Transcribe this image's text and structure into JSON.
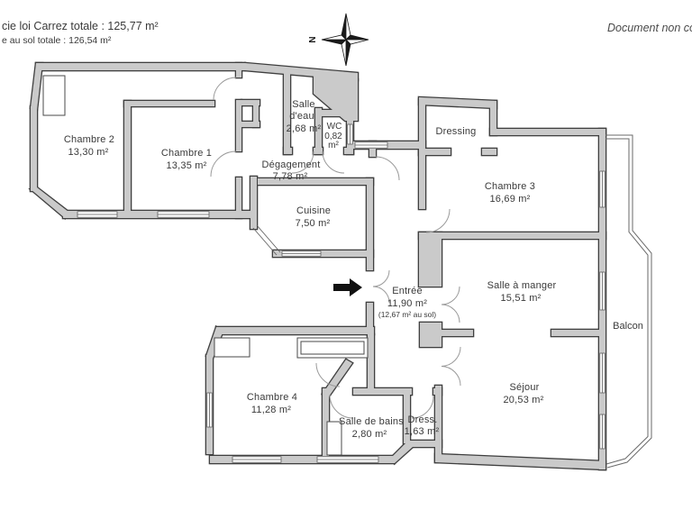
{
  "header": {
    "left_line1": "cie loi Carrez totale :  125,77 m²",
    "left_line2": "e au sol totale :  126,54 m²",
    "right_note": "Document non con",
    "compass_letter": "N"
  },
  "colors": {
    "wall_fill": "#cacaca",
    "wall_outline": "#3f3f3f",
    "text": "#3a3a3a",
    "arrow": "#111111"
  },
  "rooms": {
    "chambre2": {
      "name": "Chambre 2",
      "area": "13,30 m²"
    },
    "chambre1": {
      "name": "Chambre 1",
      "area": "13,35 m²"
    },
    "salle_deau": {
      "name_lines": [
        "Salle",
        "d'eau"
      ],
      "area": "2,68 m²"
    },
    "wc": {
      "name": "WC",
      "area_lines": [
        "0,82",
        "m²"
      ]
    },
    "degagement": {
      "name": "Dégagement",
      "area": "7,78 m²"
    },
    "dressing": {
      "name": "Dressing"
    },
    "chambre3": {
      "name": "Chambre 3",
      "area": "16,69 m²"
    },
    "cuisine": {
      "name": "Cuisine",
      "area": "7,50 m²"
    },
    "entree": {
      "name": "Entrée",
      "area": "11,90 m²",
      "area_floor": "(12,67 m² au sol)"
    },
    "salle_a_manger": {
      "name": "Salle à manger",
      "area": "15,51 m²"
    },
    "balcon": {
      "name": "Balcon"
    },
    "sejour": {
      "name": "Séjour",
      "area": "20,53 m²"
    },
    "chambre4": {
      "name": "Chambre 4",
      "area": "11,28 m²"
    },
    "salle_de_bains": {
      "name": "Salle de bains",
      "area": "2,80 m²"
    },
    "dress": {
      "name": "Dress.",
      "area": "1,63 m²"
    }
  }
}
